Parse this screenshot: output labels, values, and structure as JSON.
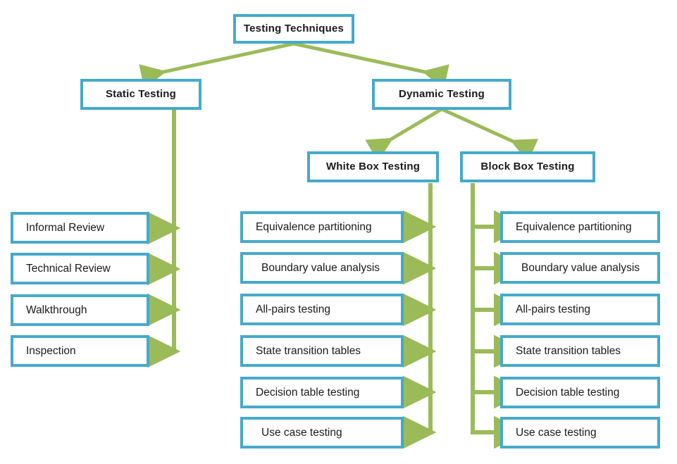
{
  "diagram": {
    "title_node": {
      "label": "Testing Techniques"
    },
    "level2": [
      {
        "label": "Static Testing"
      },
      {
        "label": "Dynamic Testing"
      }
    ],
    "level3": [
      {
        "label": "White Box Testing"
      },
      {
        "label": "Block Box Testing"
      }
    ],
    "static_items": [
      {
        "label": "Informal Review"
      },
      {
        "label": "Technical Review"
      },
      {
        "label": "Walkthrough"
      },
      {
        "label": "Inspection"
      }
    ],
    "white_box_items": [
      {
        "label": "Equivalence partitioning"
      },
      {
        "label": "Boundary value analysis"
      },
      {
        "label": "All-pairs testing"
      },
      {
        "label": "State transition tables"
      },
      {
        "label": "Decision table testing"
      },
      {
        "label": "Use case testing"
      }
    ],
    "black_box_items": [
      {
        "label": "Equivalence partitioning"
      },
      {
        "label": "Boundary value analysis"
      },
      {
        "label": "All-pairs testing"
      },
      {
        "label": "State transition tables"
      },
      {
        "label": "Decision table testing"
      },
      {
        "label": "Use case testing"
      }
    ],
    "colors": {
      "box_border": "#45AACB",
      "box_fill": "#FFFFFF",
      "connector": "#9BBB59",
      "text": "#1A1A1A",
      "background": "#FFFFFF"
    }
  }
}
